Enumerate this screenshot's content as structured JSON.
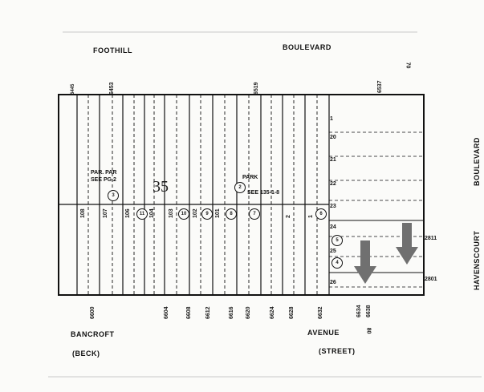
{
  "streets": {
    "north": "FOOTHILL",
    "north_suffix": "BOULEVARD",
    "east": "HAVENSCOURT",
    "east_suffix": "BOULEVARD",
    "south": "BANCROFT",
    "south_suffix": "AVENUE",
    "south_alt": "(BECK)",
    "south_alt_suffix": "(STREET)"
  },
  "block_number": "35",
  "annotations": {
    "top_right_70": "70",
    "b1": "80",
    "parcel_note_1": "PAR. PAR",
    "parcel_note_2": "SEE PG.2",
    "parcel_note_3": "PARK",
    "parcel_note_4": "SEE 135-1-8"
  },
  "top_addresses": [
    "6445",
    "6453",
    "6519",
    "6537"
  ],
  "bottom_addresses": [
    "6600",
    "6604",
    "6608",
    "6612",
    "6616",
    "6620",
    "6624",
    "6628",
    "6632",
    "6634",
    "6638"
  ],
  "side_addresses": [
    "2811",
    "2801"
  ],
  "lot_numbers": [
    "108",
    "107",
    "106",
    "11",
    "104",
    "103",
    "10",
    "102",
    "101",
    "9",
    "8",
    "2",
    "1",
    "7",
    "6",
    "5",
    "4",
    "3"
  ],
  "lot_circles": [
    "11",
    "10",
    "9",
    "8",
    "7",
    "6",
    "5",
    "4",
    "3",
    "2"
  ],
  "right_lots": [
    "20",
    "21",
    "22",
    "23",
    "24",
    "25",
    "26",
    "1"
  ],
  "arrows": [
    {
      "color": "#707070"
    },
    {
      "color": "#707070"
    }
  ]
}
